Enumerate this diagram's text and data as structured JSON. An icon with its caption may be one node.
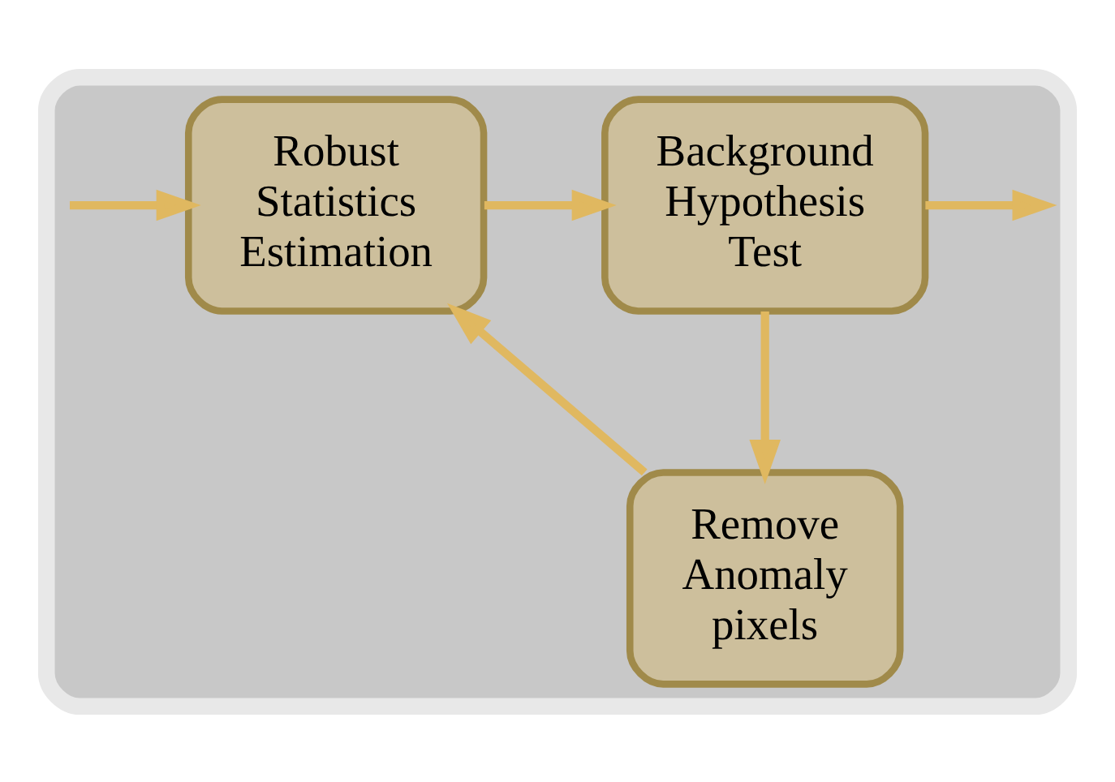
{
  "diagram": {
    "nodes": [
      {
        "text": [],
        "shape": "box"
      },
      {
        "text": [
          "Robust Statistics Estimation"
        ],
        "in": 0
      },
      {
        "text": [
          "Background Hypothesis Test"
        ],
        "in": 0
      },
      {
        "text": [
          "Remove Anomaly pixels"
        ],
        "in": 0
      }
    ],
    "edges": [
      {
        "from": null,
        "to": 1,
        "arrow": "to"
      },
      {
        "from": 1,
        "to": 2,
        "arrow": "to"
      },
      {
        "from": 2,
        "to": null,
        "arrow": "to"
      },
      {
        "from": 2,
        "to": 3,
        "arrow": "to"
      },
      {
        "from": 3,
        "to": 1,
        "arrow": "to"
      }
    ]
  }
}
